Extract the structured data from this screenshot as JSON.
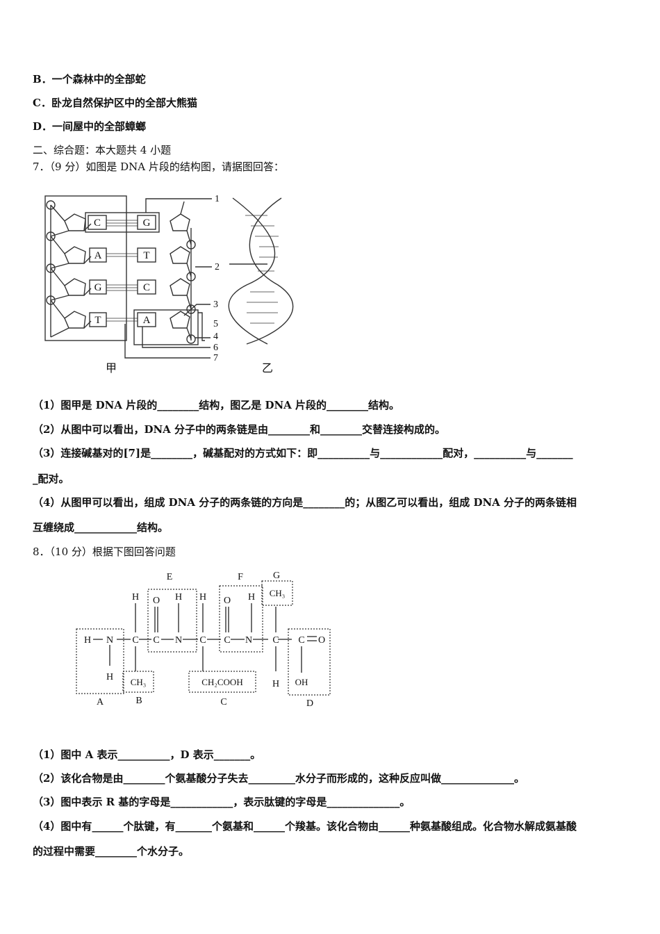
{
  "options": {
    "B": "B．一个森林中的全部蛇",
    "C": "C．卧龙自然保护区中的全部大熊猫",
    "D": "D．一间屋中的全部蟑螂"
  },
  "section_title": "二、综合题：本大题共 4 小题",
  "q7": {
    "stem": "7．（9 分）如图是 DNA 片段的结构图，请据图回答：",
    "figure": {
      "bases_left": [
        "C",
        "A",
        "G",
        "T"
      ],
      "bases_right": [
        "G",
        "T",
        "C",
        "A"
      ],
      "callouts": [
        "1",
        "2",
        "3",
        "5",
        "4",
        "6",
        "7"
      ],
      "label_jia": "甲",
      "label_yi": "乙"
    },
    "sub1": "（1）图甲是 DNA 片段的________结构，图乙是 DNA 片段的________结构。",
    "sub2": "（2）从图中可以看出，DNA 分子中的两条链是由________和________交替连接构成的。",
    "sub3a": "（3）连接碱基对的[7]是________，碱基配对的方式如下：即__________与____________配对，__________与_______",
    "sub3b": "_配对。",
    "sub4a": "（4）从图甲可以看出，组成 DNA 分子的两条链的方向是________的；从图乙可以看出，组成 DNA 分子的两条链相",
    "sub4b": "互缠绕成____________结构。"
  },
  "q8": {
    "stem": "8．（10 分）根据下图回答问题",
    "figure": {
      "box_labels": [
        "E",
        "F",
        "G",
        "A",
        "B",
        "C",
        "D"
      ],
      "atoms": {
        "H": "H",
        "N": "N",
        "C": "C",
        "O": "O",
        "CH3": "CH₃",
        "CH2COOH": "CH₂COOH",
        "OH": "OH"
      }
    },
    "sub1": "（1）图中 A 表示__________，D 表示_______。",
    "sub2": "（2）该化合物是由________个氨基酸分子失去_________水分子而形成的，这种反应叫做______________。",
    "sub3": "（3）图中表示 R 基的字母是____________，表示肽键的字母是______________。",
    "sub4a": "（4）图中有______个肽键，有_______个氨基和______个羧基。该化合物由______种氨基酸组成。化合物水解成氨基酸",
    "sub4b": "的过程中需要________个水分子。"
  }
}
